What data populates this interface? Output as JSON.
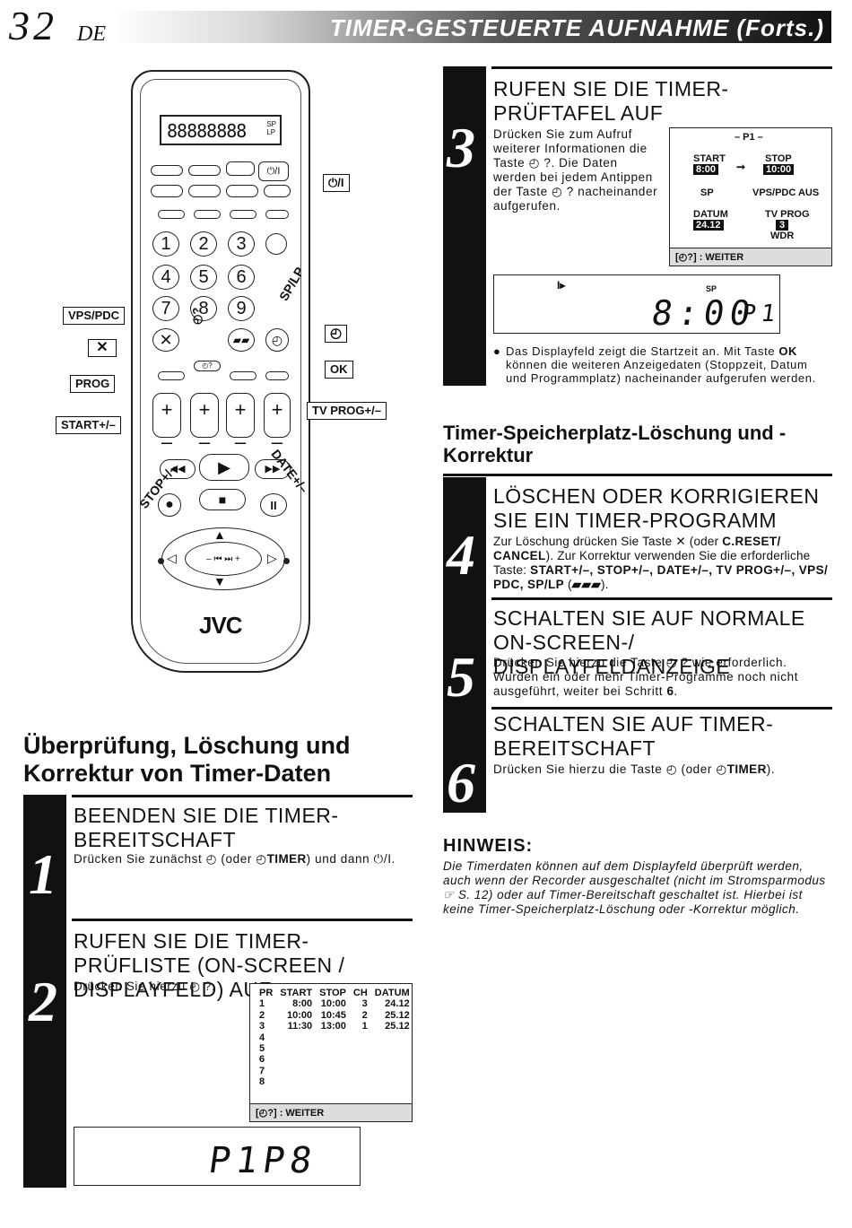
{
  "header": {
    "page_number": "32",
    "lang": "DE",
    "title": "TIMER-GESTEUERTE AUFNAHME (Forts.)"
  },
  "remote": {
    "lcd_digits": "88888888",
    "lcd_sp": "SP",
    "lcd_lp": "LP",
    "brand": "JVC",
    "labels": {
      "power": "⏻/I",
      "vps_pdc": "VPS/PDC",
      "cancel": "✕",
      "prog": "PROG",
      "start": "START+/–",
      "tv_prog": "TV PROG+/–",
      "ok": "OK",
      "timer": "◴",
      "sp_lp": "SP/LP",
      "stop": "STOP+/–",
      "date": "DATE+/–",
      "timer_check": "◴?"
    },
    "keypad": [
      "1",
      "2",
      "3",
      "4",
      "5",
      "6",
      "7",
      "8",
      "9"
    ]
  },
  "left_section": {
    "heading": "Überprüfung, Löschung und Korrektur von Timer-Daten",
    "step1": {
      "num": "1",
      "title": "BEENDEN SIE DIE TIMER-BEREITSCHAFT",
      "text_a": "Drücken Sie zunächst ◴ (oder ◴",
      "text_b": "TIMER",
      "text_c": ") und dann ⏻/I."
    },
    "step2": {
      "num": "2",
      "title": "RUFEN SIE DIE TIMER-PRÜFLISTE (ON-SCREEN / DISPLAYFELD) AUF",
      "text": "Drücken Sie hierzu ◴ ?."
    },
    "prog_table": {
      "headers": [
        "PR",
        "START",
        "STOP",
        "CH",
        "DATUM"
      ],
      "rows": [
        [
          "1",
          "8:00",
          "10:00",
          "3",
          "24.12"
        ],
        [
          "2",
          "10:00",
          "10:45",
          "2",
          "25.12"
        ],
        [
          "3",
          "11:30",
          "13:00",
          "1",
          "25.12"
        ],
        [
          "4",
          "",
          "",
          "",
          ""
        ],
        [
          "5",
          "",
          "",
          "",
          ""
        ],
        [
          "6",
          "",
          "",
          "",
          ""
        ],
        [
          "7",
          "",
          "",
          "",
          ""
        ],
        [
          "8",
          "",
          "",
          "",
          ""
        ]
      ],
      "footer": "[◴?] : WEITER"
    },
    "display_p1p8": "P1P8"
  },
  "right_section": {
    "step3": {
      "num": "3",
      "title": "RUFEN SIE DIE TIMER-PRÜFTAFEL AUF",
      "text": "Drücken Sie zum Aufruf weiterer Informationen die Taste ◴ ?. Die Daten werden bei jedem Antippen der Taste ◴ ? nacheinander aufgerufen."
    },
    "p1_screen": {
      "title": "– P1 –",
      "start_label": "START",
      "start_val": "8:00",
      "stop_label": "STOP",
      "stop_val": "10:00",
      "arrow": "➞",
      "sp": "SP",
      "vps": "VPS/PDC AUS",
      "datum_label": "DATUM",
      "datum_val": "24.12",
      "tvprog_label": "TV PROG",
      "tvprog_val": "3",
      "tvprog_station": "WDR",
      "footer": "[◴?] : WEITER"
    },
    "display_800": {
      "icon": "I▸",
      "sp": "SP",
      "time": "8:00",
      "prog": "P1"
    },
    "bullet_a": "Das Displayfeld zeigt die Startzeit an. Mit Taste ",
    "bullet_ok": "OK",
    "bullet_b": " können die weiteren Anzeigedaten (Stoppzeit, Datum und Programmplatz) nacheinander aufgerufen werden.",
    "subheading": "Timer-Speicherplatz-Löschung und -Korrektur",
    "step4": {
      "num": "4",
      "title": "LÖSCHEN ODER KORRIGIEREN SIE EIN TIMER-PROGRAMM",
      "text_a": "Zur Löschung drücken Sie Taste ✕ (oder ",
      "text_b": "C.RESET/ CANCEL",
      "text_c": "). Zur Korrektur verwenden Sie die erforderliche Taste: ",
      "text_d": "START+/–, STOP+/–, DATE+/–, TV PROG+/–, VPS/ PDC, SP/LP",
      "text_e": " (",
      "text_f": "▰▰▰",
      "text_g": ")."
    },
    "step5": {
      "num": "5",
      "title": "SCHALTEN SIE AUF NORMALE ON-SCREEN-/ DISPLAYFELDANZEIGE",
      "text_a": "Drücken Sie hierzu die Taste ◴ ? wie erforderlich. Wurden ein oder mehr Timer-Programme noch nicht ausgeführt, weiter bei Schritt ",
      "text_b": "6",
      "text_c": "."
    },
    "step6": {
      "num": "6",
      "title": "SCHALTEN SIE AUF TIMER-BEREITSCHAFT",
      "text_a": "Drücken Sie hierzu die Taste ◴ (oder ◴",
      "text_b": "TIMER",
      "text_c": ")."
    },
    "hinweis": {
      "heading": "HINWEIS:",
      "text": "Die Timerdaten können auf dem Displayfeld überprüft werden, auch wenn der Recorder ausgeschaltet (nicht im Stromsparmodus ☞ S. 12) oder auf Timer-Bereitschaft geschaltet ist. Hierbei ist keine Timer-Speicherplatz-Löschung oder -Korrektur möglich."
    }
  }
}
